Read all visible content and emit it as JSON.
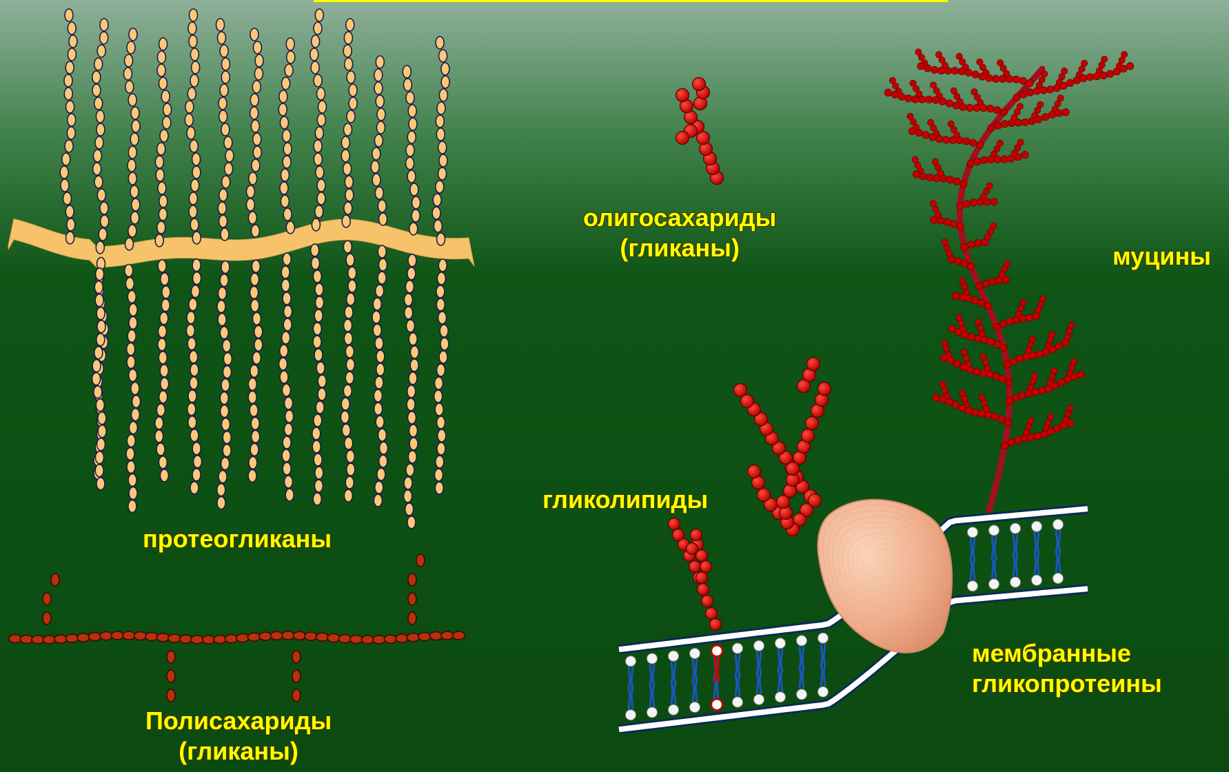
{
  "labels": {
    "oligosaccharides": {
      "line1": "олигосахариды",
      "line2": "(гликаны)"
    },
    "mucins": "муцины",
    "proteoglycans": "протеогликаны",
    "glycolipids": "гликолипиды",
    "membrane_glycoproteins": {
      "line1": "мембранные",
      "line2": "гликопротеины"
    },
    "polysaccharides": {
      "line1": "Полисахариды",
      "line2": "(гликаны)"
    }
  },
  "colors": {
    "background_top": "#8fb09a",
    "background_bottom": "#0b4d12",
    "label_text": "#ffff00",
    "proteoglycan_bead": "#fcc878",
    "proteoglycan_core": "#f6c36b",
    "glycan_red": "#cc0000",
    "mucin_stem": "#a30f1d",
    "polysaccharide_bead": "#b8300e",
    "protein": "#f0b08c",
    "membrane_edge": "#ffffff",
    "lipid_tail": "#1a56b8",
    "top_bar": "#ffff00"
  }
}
